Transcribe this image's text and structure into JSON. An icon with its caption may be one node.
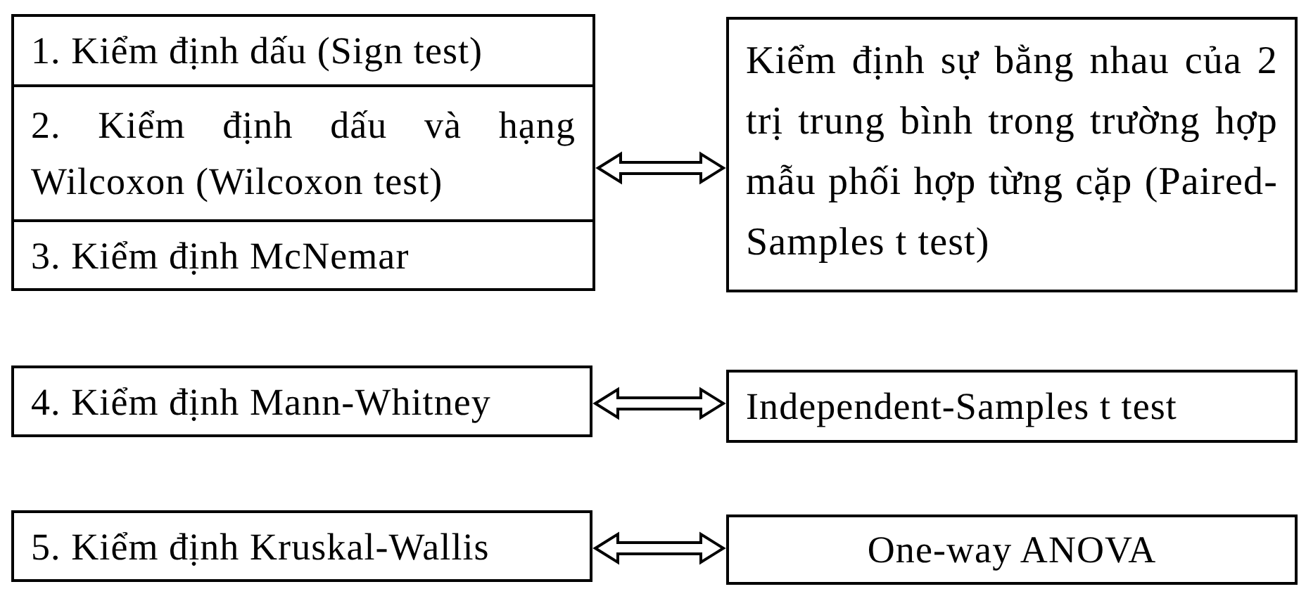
{
  "diagram": {
    "nodes": [
      {
        "text": [],
        "shape": "box"
      },
      {
        "text": [
          "1. Kiểm định dấu (Sign test)"
        ],
        "in": 0
      },
      {
        "text": [
          "2. Kiểm định dấu và hạng Wilcoxon (Wilcoxon test)"
        ],
        "in": 0
      },
      {
        "text": [
          "3. Kiểm định McNemar"
        ],
        "in": 0
      },
      {
        "text": [
          "Kiểm định sự bằng nhau của 2 trị trung bình trong trường hợp mẫu phối hợp từng cặp (Paired-Samples t test)"
        ]
      },
      {
        "text": [
          "4. Kiểm định Mann-Whitney"
        ]
      },
      {
        "text": [
          "Independent-Samples t test"
        ]
      },
      {
        "text": [
          "5. Kiểm định Kruskal-Wallis"
        ]
      },
      {
        "text": [
          "One-way ANOVA"
        ]
      }
    ],
    "edges": [
      {
        "from": 0,
        "to": 4,
        "arrow": "both"
      },
      {
        "from": 5,
        "to": 6,
        "arrow": "both"
      },
      {
        "from": 7,
        "to": 8,
        "arrow": "both"
      }
    ]
  }
}
